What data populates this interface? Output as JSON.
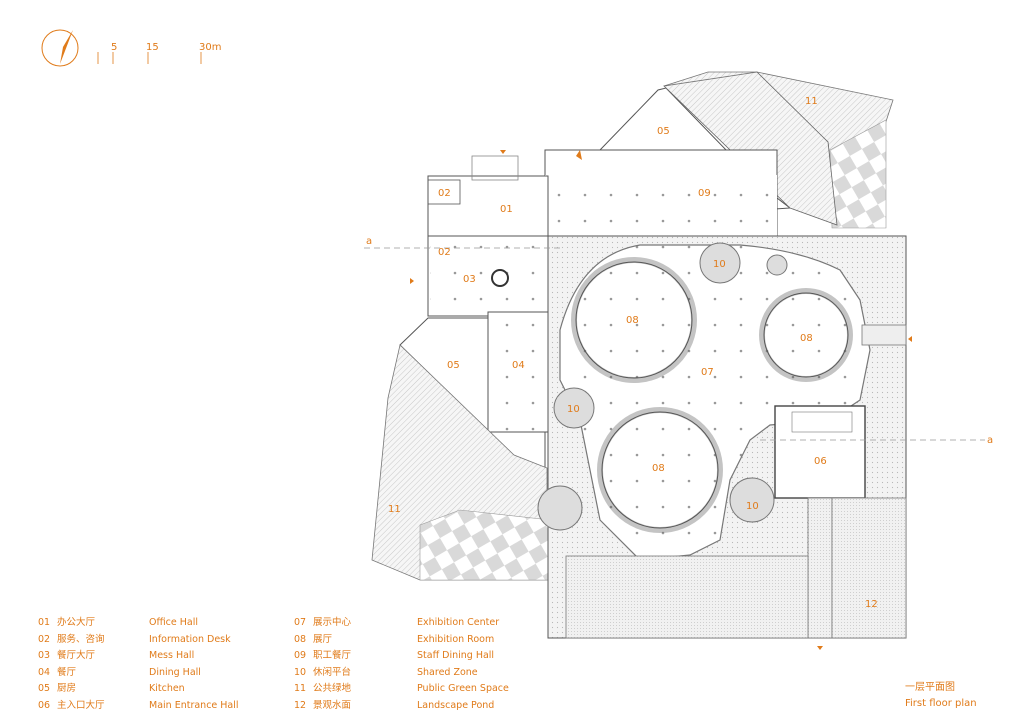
{
  "scale_bar": {
    "ticks": [
      "5",
      "15",
      "30m"
    ]
  },
  "room_labels": {
    "office_hall": "01",
    "info_desk_top": "02",
    "info_desk_lower": "02",
    "mess_hall": "03",
    "dining_hall": "04",
    "kitchen": "05",
    "staff_dining": "09",
    "kitchen_top": "05",
    "main_entrance": "06",
    "exhibition_center": "07",
    "room_a": "08",
    "room_b": "08",
    "room_c": "08",
    "shared_a": "10",
    "shared_b": "10",
    "shared_c": "10",
    "green_top": "11",
    "green_left": "11",
    "pond": "12"
  },
  "section_marks": {
    "left": "a",
    "right": "a"
  },
  "legend": {
    "col1": [
      {
        "num": "01",
        "cn": "办公大厅",
        "en": "Office Hall"
      },
      {
        "num": "02",
        "cn": "服务、咨询",
        "en": "Information Desk"
      },
      {
        "num": "03",
        "cn": "餐厅大厅",
        "en": "Mess Hall"
      },
      {
        "num": "04",
        "cn": "餐厅",
        "en": "Dining Hall"
      },
      {
        "num": "05",
        "cn": "厨房",
        "en": "Kitchen"
      },
      {
        "num": "06",
        "cn": "主入口大厅",
        "en": "Main Entrance Hall"
      }
    ],
    "col2": [
      {
        "num": "07",
        "cn": "展示中心",
        "en": "Exhibition Center"
      },
      {
        "num": "08",
        "cn": "展厅",
        "en": "Exhibition Room"
      },
      {
        "num": "09",
        "cn": "职工餐厅",
        "en": "Staff Dining Hall"
      },
      {
        "num": "10",
        "cn": "休闲平台",
        "en": "Shared Zone"
      },
      {
        "num": "11",
        "cn": "公共绿地",
        "en": "Public Green Space"
      },
      {
        "num": "12",
        "cn": "景观水面",
        "en": "Landscape Pond"
      }
    ]
  },
  "title": {
    "cn": "一层平面图",
    "en": "First floor plan"
  },
  "colors": {
    "accent": "#e07b1a",
    "line": "#555555",
    "fill": "#eeeeee"
  }
}
